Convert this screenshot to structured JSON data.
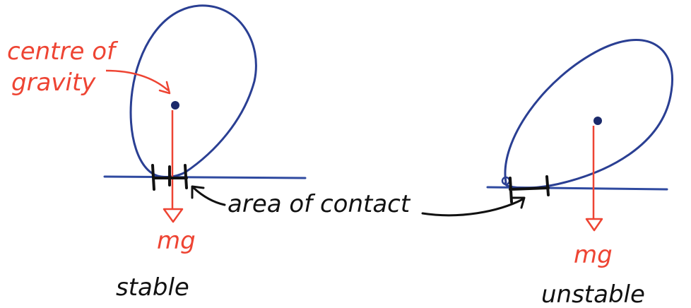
{
  "labels": {
    "centre_of_gravity_line1": "centre of",
    "centre_of_gravity_line2": "gravity",
    "area_of_contact": "area of contact",
    "weight_left": "mg",
    "weight_right": "mg",
    "stable": "stable",
    "unstable": "unstable"
  },
  "colors": {
    "outline": "#2a3f93",
    "ground": "#2f4aa0",
    "force": "#ee4433",
    "label_red": "#ee4433",
    "ink": "#111111",
    "dot": "#1b2a6b"
  }
}
